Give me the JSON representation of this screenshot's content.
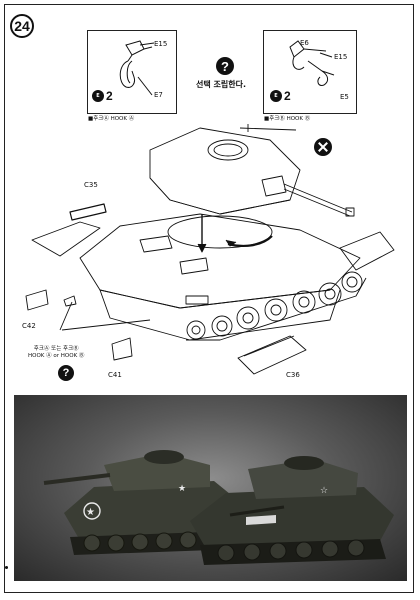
{
  "step_number": "24",
  "inset_left": {
    "parts": [
      "E15",
      "E7"
    ],
    "sprue_label": "E",
    "quantity": "2",
    "caption": "■후크Ⓐ HOOK Ⓐ"
  },
  "inset_right": {
    "parts": [
      "E6",
      "E15",
      "E5"
    ],
    "sprue_label": "E",
    "quantity": "2",
    "caption": "■후크Ⓑ HOOK Ⓑ"
  },
  "center_note": {
    "icon": "question-icon",
    "text": "선택 조립한다."
  },
  "no_glue_icon": "no-glue-icon",
  "part_labels": {
    "c35": "C35",
    "c42": "C42",
    "c41": "C41",
    "c36": "C36"
  },
  "hook_note": {
    "line1": "후크Ⓐ 또는 후크Ⓑ",
    "line2": "HOOK Ⓐ or HOOK Ⓑ",
    "icon": "question-icon"
  },
  "photo": {
    "subject": "two-assembled-tank-models",
    "markings": [
      "★",
      "★",
      "☆"
    ]
  }
}
